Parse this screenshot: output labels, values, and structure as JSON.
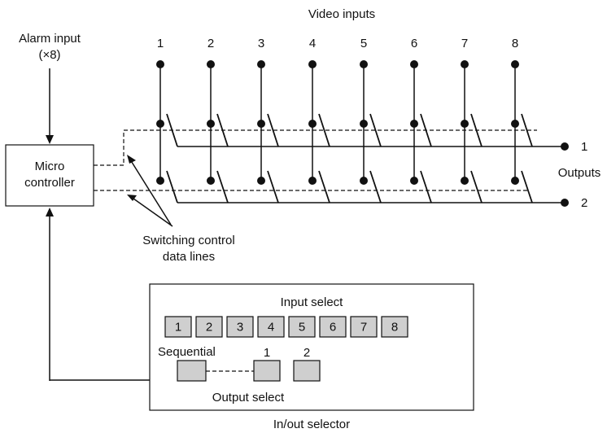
{
  "video_inputs": {
    "title": "Video inputs",
    "channels": [
      "1",
      "2",
      "3",
      "4",
      "5",
      "6",
      "7",
      "8"
    ]
  },
  "alarm": {
    "label_line1": "Alarm input",
    "label_line2": "(×8)"
  },
  "microcontroller": {
    "label_line1": "Micro",
    "label_line2": "controller"
  },
  "outputs": {
    "title": "Outputs",
    "numbers": [
      "1",
      "2"
    ]
  },
  "switching_lines": {
    "label_line1": "Switching control",
    "label_line2": "data lines"
  },
  "selector": {
    "input_select_label": "Input select",
    "input_buttons": [
      "1",
      "2",
      "3",
      "4",
      "5",
      "6",
      "7",
      "8"
    ],
    "sequential_label": "Sequential",
    "output_buttons": [
      "1",
      "2"
    ],
    "output_select_label": "Output select",
    "caption": "In/out selector"
  },
  "colors": {
    "line": "#111111",
    "button_fill": "#cfcfcf"
  }
}
